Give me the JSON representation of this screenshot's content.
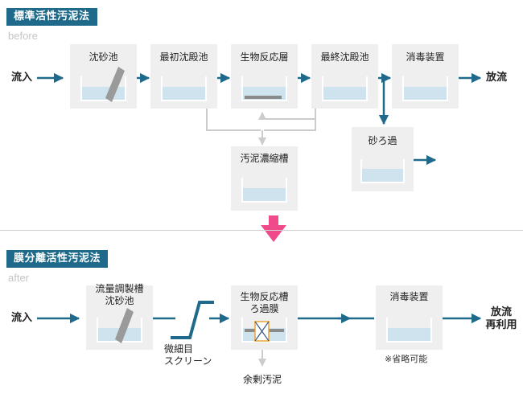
{
  "before": {
    "badge": "標準活性汚泥法",
    "sublabel": "before",
    "inflow": "流入",
    "outflow": "放流",
    "stages": {
      "grit_chamber": "沈砂池",
      "primary_clarifier": "最初沈殿池",
      "biological_reactor": "生物反応層",
      "final_clarifier": "最終沈殿池",
      "disinfection": "消毒装置",
      "sand_filtration": "砂ろ過",
      "sludge_thickener": "汚泥濃縮槽"
    }
  },
  "after": {
    "badge": "膜分離活性汚泥法",
    "sublabel": "after",
    "inflow": "流入",
    "outflow_line1": "放流",
    "outflow_line2": "再利用",
    "stages": {
      "equalization_line1": "流量調製槽",
      "equalization_line2": "沈砂池",
      "screen_line1": "微細目",
      "screen_line2": "スクリーン",
      "mbr_line1": "生物反応槽",
      "mbr_line2": "ろ過膜",
      "disinfection": "消毒装置",
      "disinfection_note": "※省略可能",
      "excess_sludge": "余剰汚泥"
    }
  },
  "colors": {
    "badge": "#1f6a8a",
    "flow_arrow": "#1f6a8a",
    "return_line": "#cccccc",
    "tank_water": "#cfe3ef",
    "box_bg": "#efefef",
    "transition_arrow": "#ef4a8a",
    "membrane_frame": "#e8a530",
    "screen": "#1f6a8a"
  }
}
